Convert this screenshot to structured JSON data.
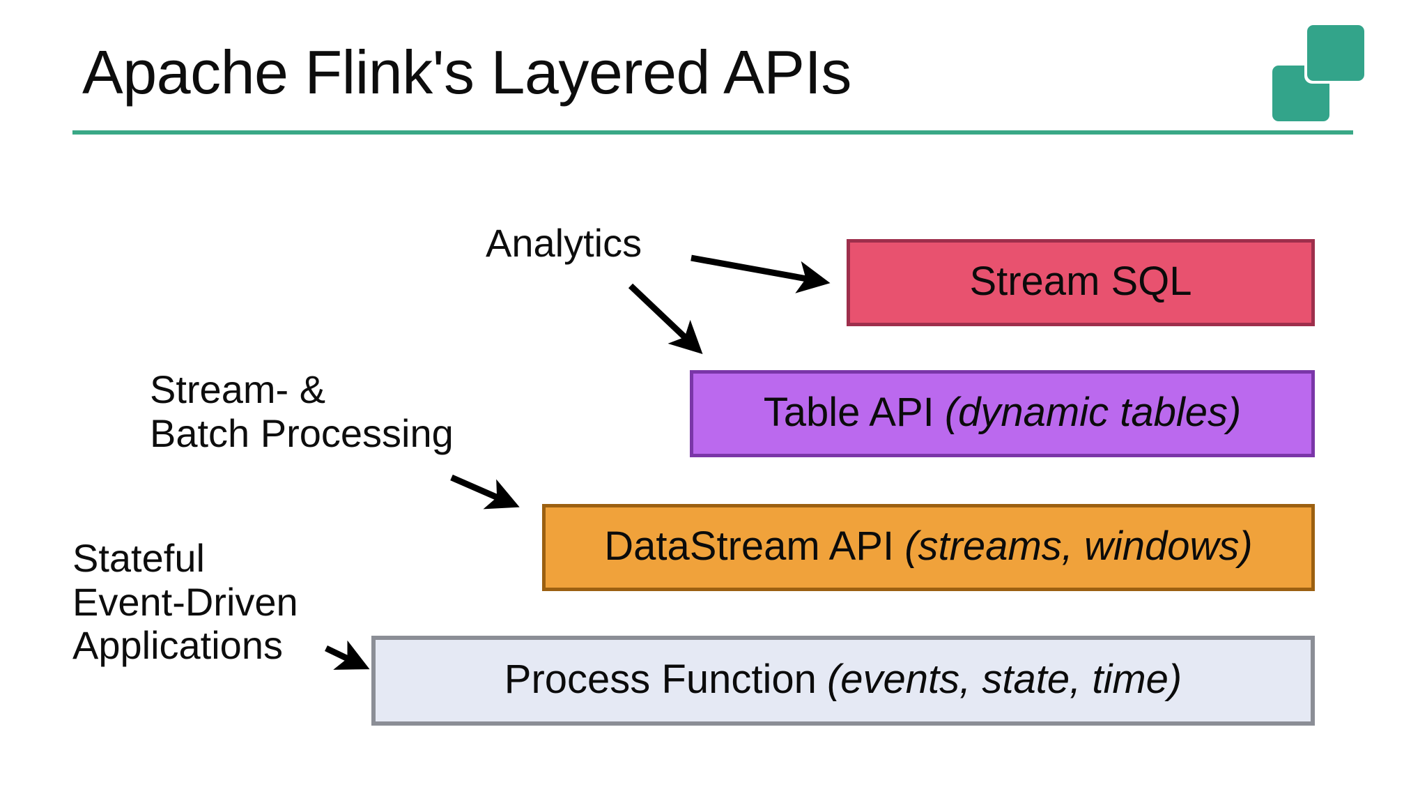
{
  "slide": {
    "title": "Apache Flink's Layered APIs",
    "accent_color": "#3aa886",
    "background_color": "#ffffff",
    "rule_color": "#3aa886"
  },
  "logo": {
    "name": "two-rounded-squares-logo",
    "color": "#33a48a"
  },
  "annotations": [
    {
      "id": "analytics",
      "text": "Analytics"
    },
    {
      "id": "stream-batch",
      "text": "Stream- &\nBatch Processing"
    },
    {
      "id": "stateful",
      "text": "Stateful\nEvent-Driven\nApplications"
    }
  ],
  "layers": [
    {
      "id": "stream-sql",
      "label": "Stream SQL",
      "label_main": "Stream SQL",
      "label_italic": "",
      "fill": "#e8526f",
      "border": "#9e2f4c"
    },
    {
      "id": "table-api",
      "label": "Table API (dynamic tables)",
      "label_main": "Table API",
      "label_italic": "(dynamic tables)",
      "fill": "#bb69ee",
      "border": "#7a36a8"
    },
    {
      "id": "datastream-api",
      "label": "DataStream API (streams, windows)",
      "label_main": "DataStream API",
      "label_italic": "(streams, windows)",
      "fill": "#f0a23b",
      "border": "#9c6011"
    },
    {
      "id": "process-function",
      "label": "Process Function (events, state, time)",
      "label_main": "Process Function",
      "label_italic": "(events, state, time)",
      "fill": "#e5e9f4",
      "border": "#8b8e96"
    }
  ],
  "arrows": [
    {
      "id": "analytics-to-stream-sql",
      "from": "Analytics",
      "to": "Stream SQL"
    },
    {
      "id": "analytics-to-table-api",
      "from": "Analytics",
      "to": "Table API"
    },
    {
      "id": "stream-batch-to-datastream",
      "from": "Stream- & Batch Processing",
      "to": "DataStream API"
    },
    {
      "id": "stateful-to-process-function",
      "from": "Stateful Event-Driven Applications",
      "to": "Process Function"
    }
  ]
}
